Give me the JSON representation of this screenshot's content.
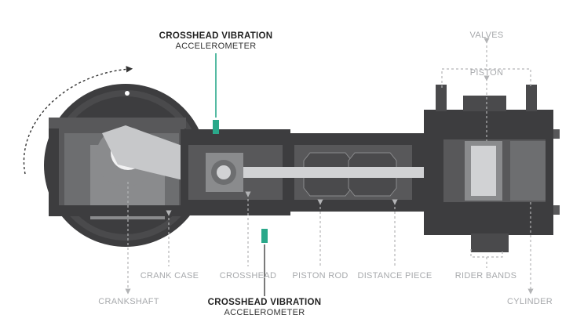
{
  "labels": {
    "accel_top_title": "CROSSHEAD VIBRATION",
    "accel_top_sub": "ACCELEROMETER",
    "accel_bottom_title": "CROSSHEAD VIBRATION",
    "accel_bottom_sub": "ACCELEROMETER",
    "valves": "VALVES",
    "piston": "PISTON",
    "crank_case": "CRANK CASE",
    "crosshead": "CROSSHEAD",
    "piston_rod": "PISTON ROD",
    "distance_piece": "DISTANCE PIECE",
    "rider_bands": "RIDER BANDS",
    "crankshaft": "CRANKSHAFT",
    "cylinder": "CYLINDER"
  },
  "colors": {
    "dark": "#3d3d3f",
    "mid": "#58585a",
    "light": "#8a8b8d",
    "pale": "#d1d2d4",
    "accent": "#2aa88a",
    "leader": "#b3b4b6"
  }
}
